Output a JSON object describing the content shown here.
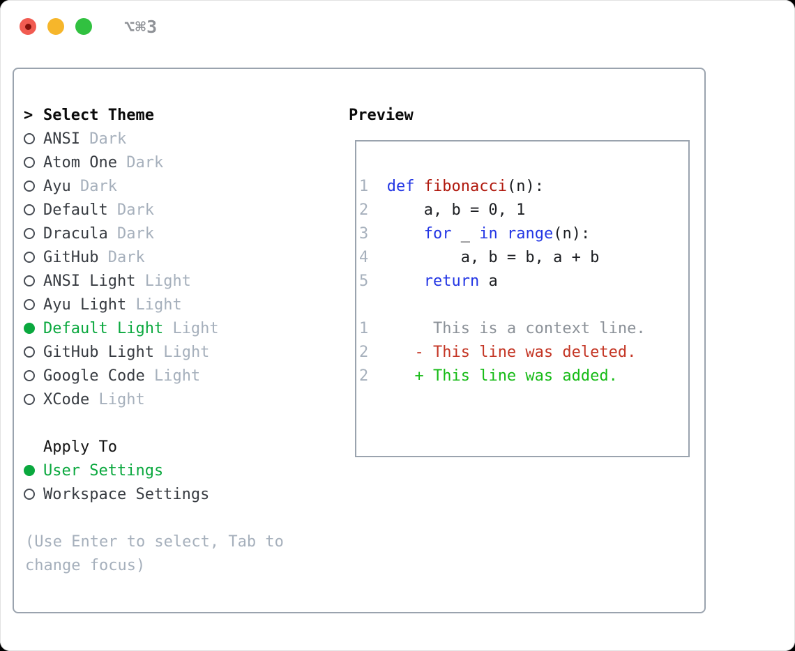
{
  "window": {
    "title": "⌥⌘3",
    "traffic_lights": [
      {
        "name": "close",
        "color": "#f15b51",
        "has_inner_dot": true
      },
      {
        "name": "minimize",
        "color": "#f6b62b",
        "has_inner_dot": false
      },
      {
        "name": "zoom",
        "color": "#31c140",
        "has_inner_dot": false
      }
    ]
  },
  "theme_panel": {
    "header_prefix": ">",
    "header": "Select Theme",
    "themes": [
      {
        "name": "ANSI",
        "tag": "Dark",
        "selected": false
      },
      {
        "name": "Atom One",
        "tag": "Dark",
        "selected": false
      },
      {
        "name": "Ayu",
        "tag": "Dark",
        "selected": false
      },
      {
        "name": "Default",
        "tag": "Dark",
        "selected": false
      },
      {
        "name": "Dracula",
        "tag": "Dark",
        "selected": false
      },
      {
        "name": "GitHub",
        "tag": "Dark",
        "selected": false
      },
      {
        "name": "ANSI Light",
        "tag": "Light",
        "selected": false
      },
      {
        "name": "Ayu Light",
        "tag": "Light",
        "selected": false
      },
      {
        "name": "Default Light",
        "tag": "Light",
        "selected": true
      },
      {
        "name": "GitHub Light",
        "tag": "Light",
        "selected": false
      },
      {
        "name": "Google Code",
        "tag": "Light",
        "selected": false
      },
      {
        "name": "XCode",
        "tag": "Light",
        "selected": false
      }
    ],
    "apply_to": {
      "header": "Apply To",
      "options": [
        {
          "label": "User Settings",
          "selected": true
        },
        {
          "label": "Workspace Settings",
          "selected": false
        }
      ]
    },
    "hint_lines": [
      "(Use Enter to select, Tab to",
      "change focus)"
    ]
  },
  "preview": {
    "header": "Preview",
    "lines": [
      {
        "segments": [
          {
            "t": "1",
            "s": "ln"
          },
          {
            "t": "  ",
            "s": "pl"
          },
          {
            "t": "def",
            "s": "kw"
          },
          {
            "t": " ",
            "s": "pl"
          },
          {
            "t": "fibonacci",
            "s": "fn"
          },
          {
            "t": "(n):",
            "s": "pl"
          }
        ]
      },
      {
        "segments": [
          {
            "t": "2",
            "s": "ln"
          },
          {
            "t": "      a, b = 0, 1",
            "s": "pl"
          }
        ]
      },
      {
        "segments": [
          {
            "t": "3",
            "s": "ln"
          },
          {
            "t": "      ",
            "s": "pl"
          },
          {
            "t": "for",
            "s": "kw"
          },
          {
            "t": " _ ",
            "s": "pl"
          },
          {
            "t": "in",
            "s": "kw"
          },
          {
            "t": " ",
            "s": "pl"
          },
          {
            "t": "range",
            "s": "kw"
          },
          {
            "t": "(n):",
            "s": "pl"
          }
        ]
      },
      {
        "segments": [
          {
            "t": "4",
            "s": "ln"
          },
          {
            "t": "          a, b = b, a + b",
            "s": "pl"
          }
        ]
      },
      {
        "segments": [
          {
            "t": "5",
            "s": "ln"
          },
          {
            "t": "      ",
            "s": "pl"
          },
          {
            "t": "return",
            "s": "kw"
          },
          {
            "t": " a",
            "s": "pl"
          }
        ]
      },
      {
        "segments": []
      },
      {
        "segments": [
          {
            "t": "1",
            "s": "ln"
          },
          {
            "t": "       This is a context line.",
            "s": "ctx"
          }
        ]
      },
      {
        "segments": [
          {
            "t": "2",
            "s": "ln"
          },
          {
            "t": "     ",
            "s": "pl"
          },
          {
            "t": "- This line was deleted.",
            "s": "del"
          }
        ]
      },
      {
        "segments": [
          {
            "t": "2",
            "s": "ln"
          },
          {
            "t": "     ",
            "s": "pl"
          },
          {
            "t": "+ This line was added.",
            "s": "add"
          }
        ]
      }
    ]
  },
  "colors": {
    "panel_border": "#9aa3ae",
    "selection_green": "#0aa83e",
    "diff_added_green": "#16bb16",
    "diff_deleted_red": "#c43625",
    "keyword_blue": "#2336e4",
    "function_red": "#b0190e",
    "muted_gray": "#a6b0bc",
    "text_dark": "#383c42"
  }
}
